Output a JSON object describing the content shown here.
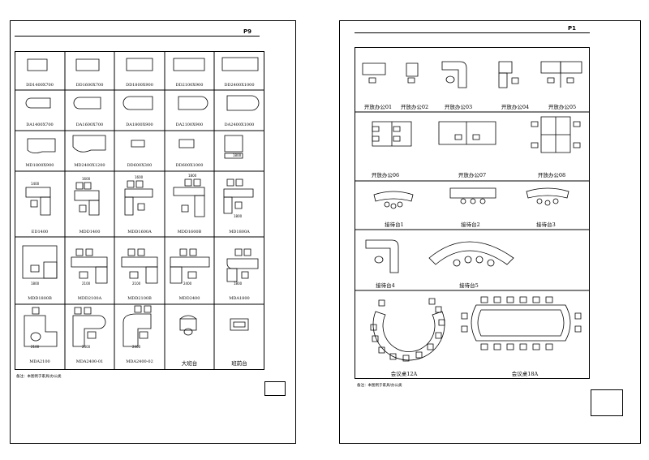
{
  "left_sheet": {
    "page_label": "P9",
    "note": "备注：本图例于家具/办公类",
    "labels": [
      "DD1400X700",
      "DD1600X700",
      "DD1800X900",
      "DD2100X900",
      "DD2400X1000",
      "DA1400X700",
      "DA1600X700",
      "DA1800X900",
      "DA2100X900",
      "DA2400X1000",
      "MD1800X900",
      "MD2400X1200",
      "DD600X300",
      "DD600X1000",
      "",
      "ED1400",
      "MDD1400",
      "MDD1600A",
      "MDD1600B",
      "MD1800A",
      "MDD1800B",
      "MDD2100A",
      "MDD2100B",
      "MDD2400",
      "MDA1800",
      "MDA2100",
      "MDA2400-01",
      "MDA2400-02",
      "大班台",
      "班前台"
    ],
    "dims": {
      "r3c5": "1800",
      "r4c1": "1400",
      "r4c2": "1600",
      "r4c3": "1600",
      "r4c4": "1800",
      "r4c5": "1800",
      "r5c1": "1800",
      "r5c2": "2100",
      "r5c3": "2100",
      "r5c4": "2400",
      "r5c5": "1800",
      "r6c1": "2100",
      "r6c2": "2400",
      "r6c3": "2400"
    }
  },
  "right_sheet": {
    "page_label": "P1",
    "note": "备注：本图例于家具/办公类",
    "row1_labels": [
      "开放办公01",
      "开放办公02",
      "开放办公03",
      "开放办公04",
      "开放办公05"
    ],
    "row2_labels": [
      "开放办公06",
      "开放办公07",
      "开放办公08"
    ],
    "row3_labels": [
      "接待台1",
      "接待台2",
      "接待台3"
    ],
    "row4_labels": [
      "接待台4",
      "接待台5"
    ],
    "row5_labels": [
      "会议桌12A",
      "会议桌18A"
    ]
  },
  "colors": {
    "line": "#000000",
    "background": "#ffffff"
  }
}
